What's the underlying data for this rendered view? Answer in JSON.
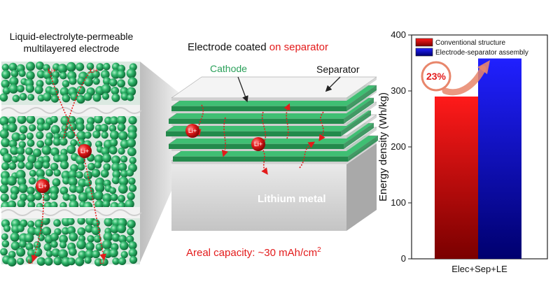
{
  "left_panel": {
    "title_line1": "Liquid-electrolyte-permeable",
    "title_line2": "multilayered electrode",
    "ion_label": "Li+",
    "ion_label_alt": "Li"
  },
  "center_panel": {
    "title_prefix": "Electrode coated ",
    "title_highlight": "on separator",
    "cathode_label": "Cathode",
    "separator_label": "Separator",
    "lithium_label": "Lithium metal",
    "capacity_prefix": "Areal capacity: ~30 mAh/cm",
    "capacity_exp": "2",
    "ion_label": "Li+"
  },
  "colors": {
    "sphere_green": "#2fb56a",
    "separator_white": "#f2f2f2",
    "ion_red": "#e31b1b",
    "bar_red": "#e01010",
    "bar_blue": "#1a1ae6"
  },
  "chart_data": {
    "type": "bar",
    "categories": [
      "Elec+Sep+LE"
    ],
    "series": [
      {
        "name": "Conventional structure",
        "values": [
          290
        ]
      },
      {
        "name": "Electrode-separator assembly",
        "values": [
          358
        ]
      }
    ],
    "ylabel": "Energy density (Wh/kg)",
    "ylim": [
      0,
      400
    ],
    "yticks": [
      0,
      100,
      200,
      300,
      400
    ],
    "annotation": "23%",
    "legend_position": "top",
    "grid": false
  }
}
